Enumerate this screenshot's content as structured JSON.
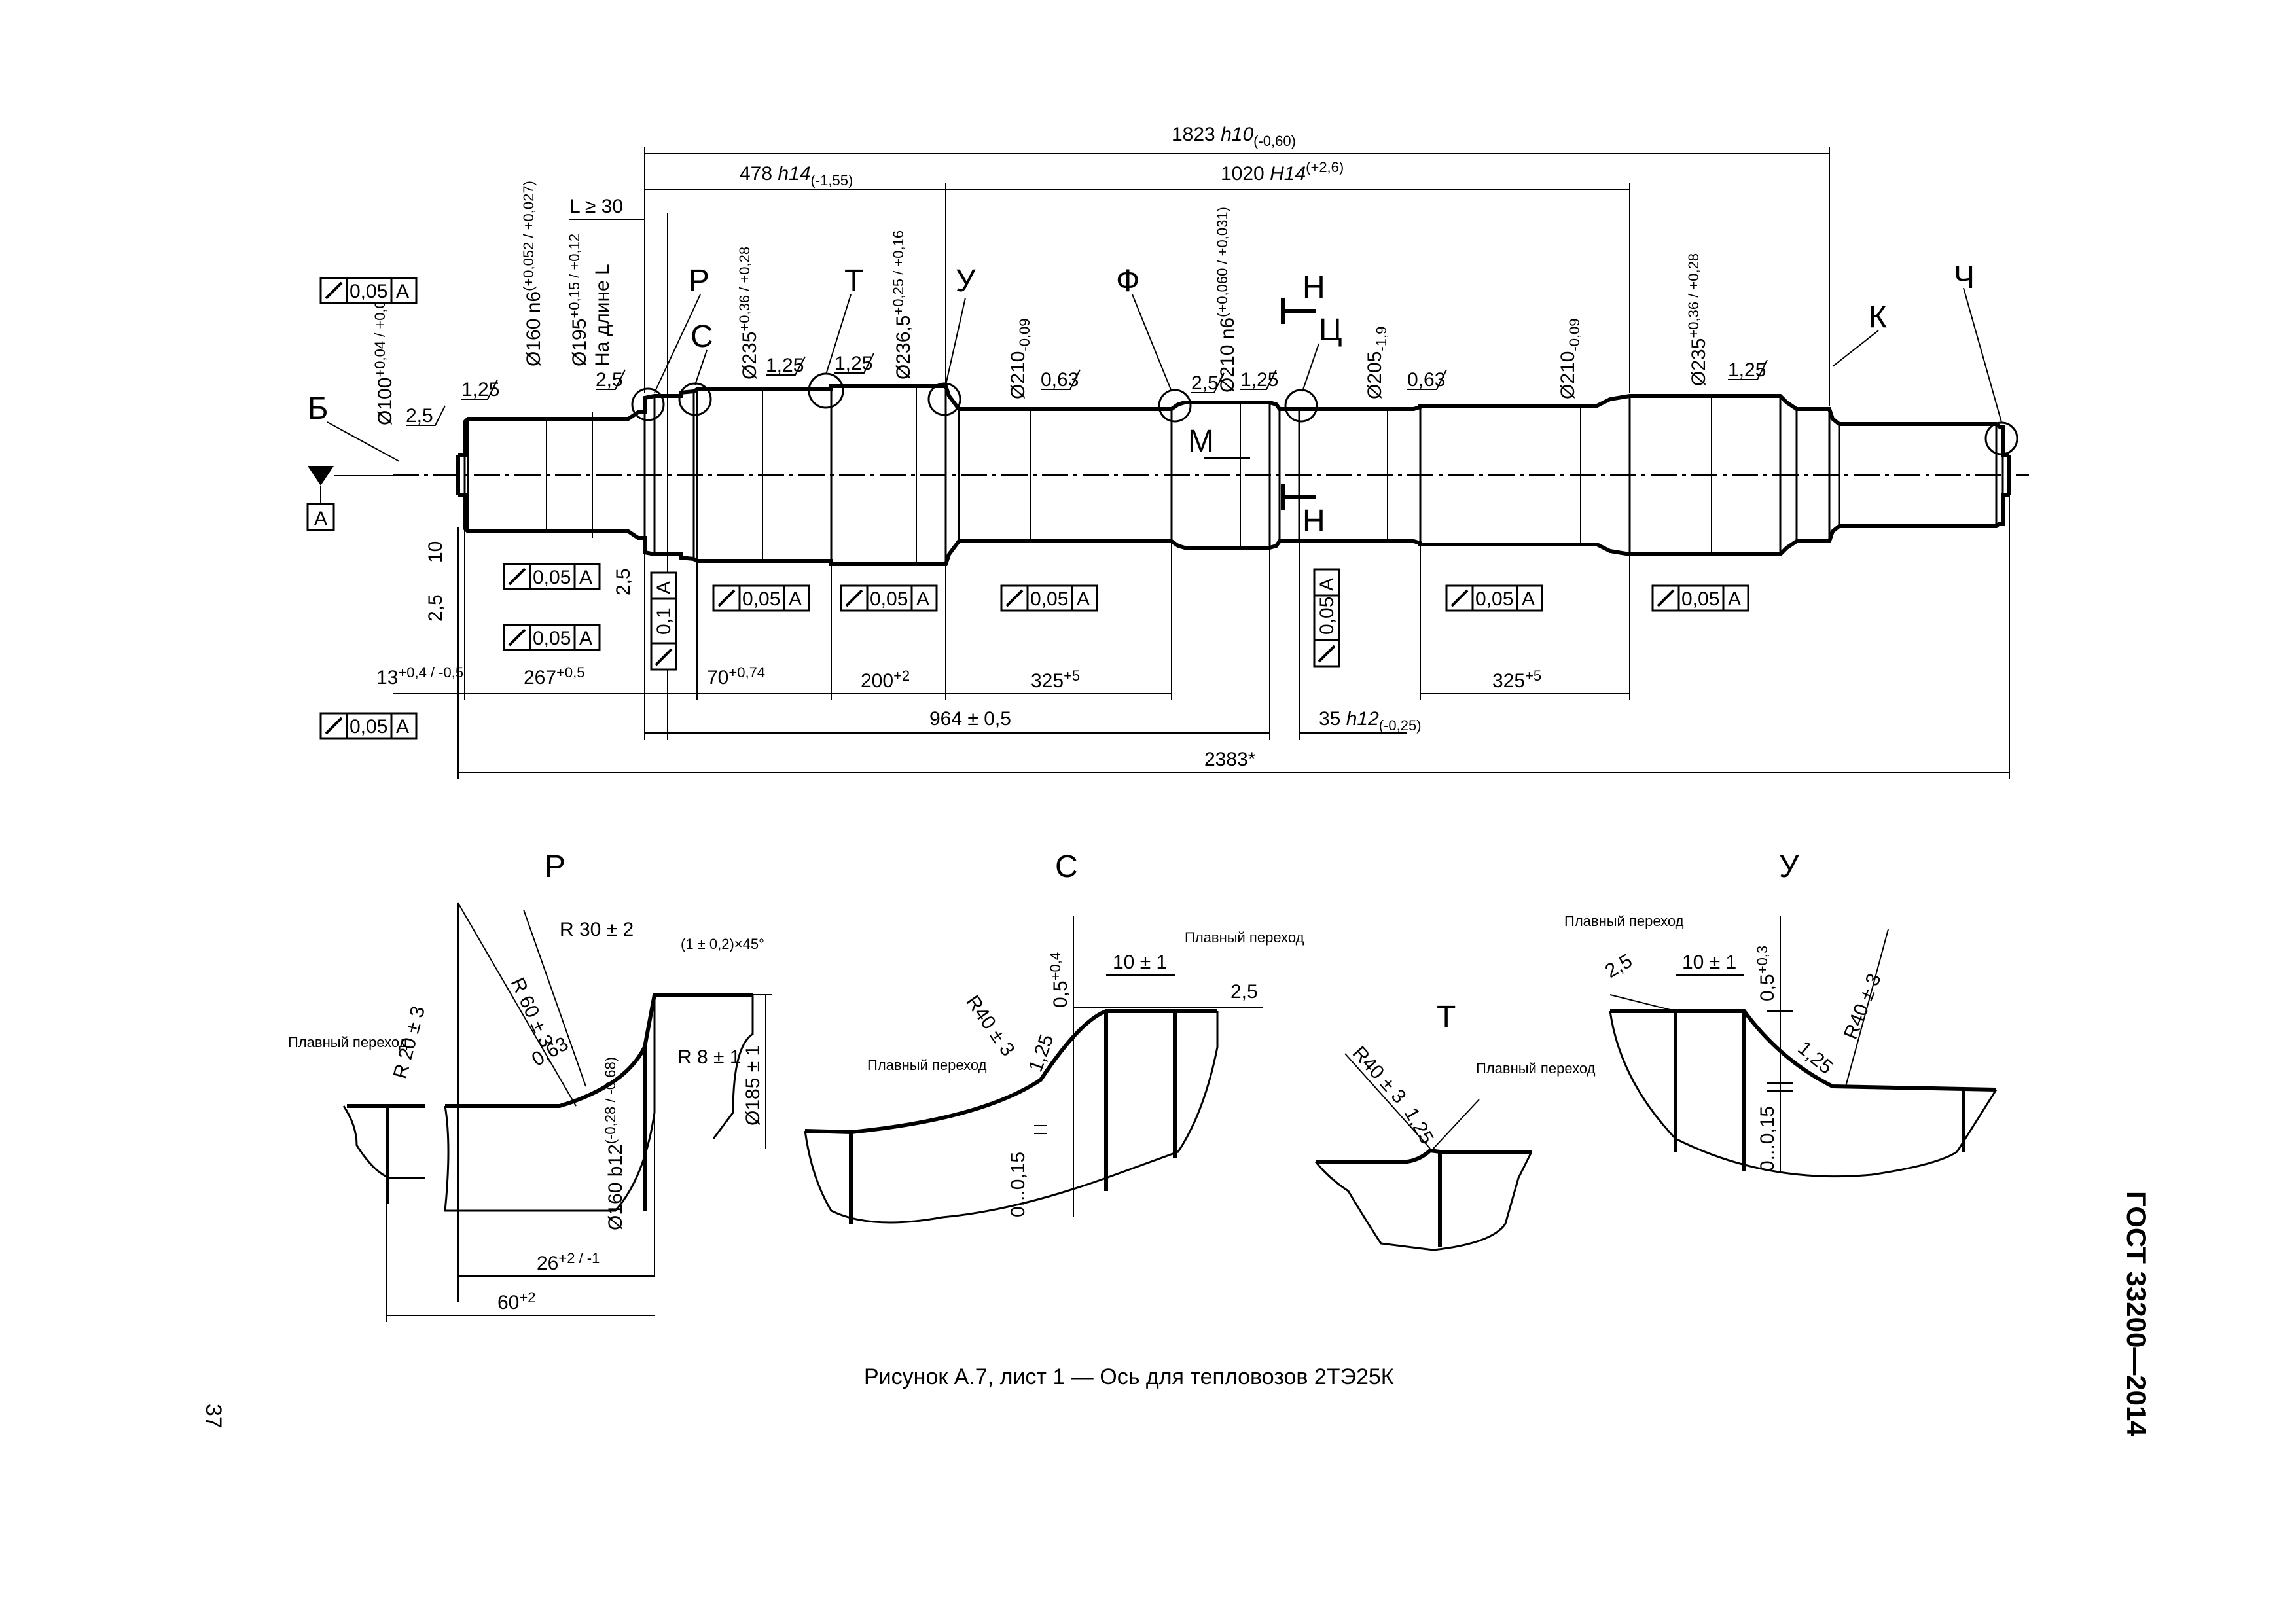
{
  "caption": "Рисунок А.7, лист 1 — Ось для тепловозов 2ТЭ25К",
  "standard": "ГОСТ 33200—2014",
  "page_number": "37",
  "callouts": [
    "Р",
    "С",
    "Т",
    "У",
    "Ф",
    "Ц",
    "К",
    "Ч",
    "Б",
    "М",
    "Н",
    "Н"
  ],
  "datum": "А",
  "fcf": {
    "tol_005": "0,05",
    "tol_01": "0,1",
    "ref": "А"
  },
  "dims": {
    "overall": "1823",
    "overall_fit": "h10",
    "overall_tol": "(-0,60)",
    "d478": "478",
    "d478_fit": "h14",
    "d478_tol": "(-1,55)",
    "d1020": "1020",
    "d1020_fit": "H14",
    "d1020_tol": "(+2,6)",
    "lmin": "L ≥ 30",
    "d100": "Ø100",
    "d100_tol": "+0,04 / +0,02",
    "d160": "Ø160 n6",
    "d160_tol": "(+0,052 / +0,027)",
    "d195": "Ø195",
    "d195_tol": "+0,15 / +0,12",
    "on_length": "На длине L",
    "d235": "Ø235",
    "d235_tol": "+0,36 / +0,28",
    "d2365": "Ø236,5",
    "d2365_tol": "+0,25 / +0,16",
    "d210": "Ø210",
    "d210_tol": "-0,09",
    "d210n6": "Ø210 n6",
    "d210n6_tol": "(+0,060 / +0,031)",
    "d205": "Ø205",
    "d205_tol": "-1,9",
    "d210b": "Ø210",
    "d210b_tol": "-0,09",
    "d235b": "Ø235",
    "d235b_tol": "+0,36 / +0,28",
    "r125": "1,25",
    "r25": "2,5",
    "r063": "0,63",
    "r10": "10",
    "l13": "13",
    "l13_tol": "+0,4 / -0,5",
    "l267": "267",
    "l267_tol": "+0,5",
    "l70": "70",
    "l70_tol": "+0,74",
    "l200": "200",
    "l200_tol": "+2",
    "l325": "325",
    "l325_tol": "+5",
    "l964": "964 ± 0,5",
    "l35": "35",
    "l35_fit": "h12",
    "l35_tol": "(-0,25)",
    "l325b": "325",
    "l325b_tol": "+5",
    "l2383": "2383*"
  },
  "details": {
    "R": {
      "title": "Р",
      "smooth": "Плавный переход",
      "r20": "R 20 ± 3",
      "r60": "R 60 ± 3",
      "r30": "R 30 ± 2",
      "chamfer": "(1 ± 0,2)×45°",
      "r8": "R 8 ± 1",
      "d185": "Ø185 ± 1",
      "d160b12": "Ø160 b12",
      "d160b12_tol": "(-0,28 / -0,68)",
      "rough": "0,63",
      "l26": "26",
      "l26_tol": "+2 / -1",
      "l60": "60",
      "l60_tol": "+2"
    },
    "S": {
      "title": "С",
      "smooth": "Плавный переход",
      "smooth2": "Плавный переход",
      "r40": "R40 ± 3",
      "rough": "1,25",
      "rough2": "2,5",
      "l05": "0,5",
      "l05_tol": "+0,4",
      "l10": "10 ± 1",
      "l015": "0...0,15"
    },
    "T": {
      "title": "Т",
      "smooth": "Плавный переход",
      "r40": "R40 ± 3",
      "rough": "1,25"
    },
    "U": {
      "title": "У",
      "smooth": "Плавный переход",
      "rough": "2,5",
      "l10": "10 ± 1",
      "l05": "0,5",
      "l05_tol": "+0,3",
      "r40": "R40 ± 3",
      "rough2": "1,25",
      "l015": "0...0,15"
    }
  }
}
